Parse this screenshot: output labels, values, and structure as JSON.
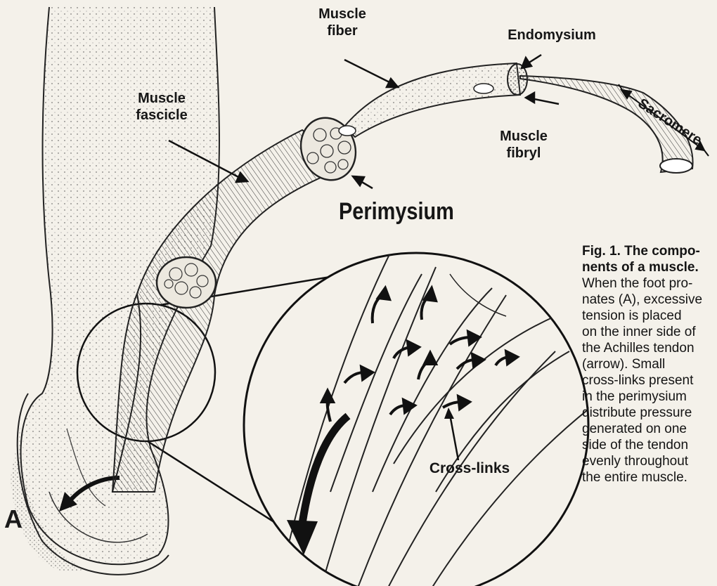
{
  "labels": {
    "muscle_fiber_1": "Muscle",
    "muscle_fiber_2": "fiber",
    "endomysium": "Endomysium",
    "muscle_fascicle_1": "Muscle",
    "muscle_fascicle_2": "fascicle",
    "sacromere": "Sacromere",
    "muscle_fibryl_1": "Muscle",
    "muscle_fibryl_2": "fibryl",
    "perimysium": "Perimysium",
    "cross_links": "Cross-links",
    "panel_letter": "A"
  },
  "caption": {
    "title_lines": [
      "Fig. 1. The compo-",
      "nents of a muscle."
    ],
    "body_lines": [
      "When the foot pro-",
      "nates (A), excessive",
      "tension is placed",
      "on the inner side of",
      "the Achilles tendon",
      "(arrow). Small",
      "cross-links present",
      "in the perimysium",
      "distribute pressure",
      "generated on one",
      "side of the tendon",
      "evenly throughout",
      "the entire muscle."
    ]
  }
}
